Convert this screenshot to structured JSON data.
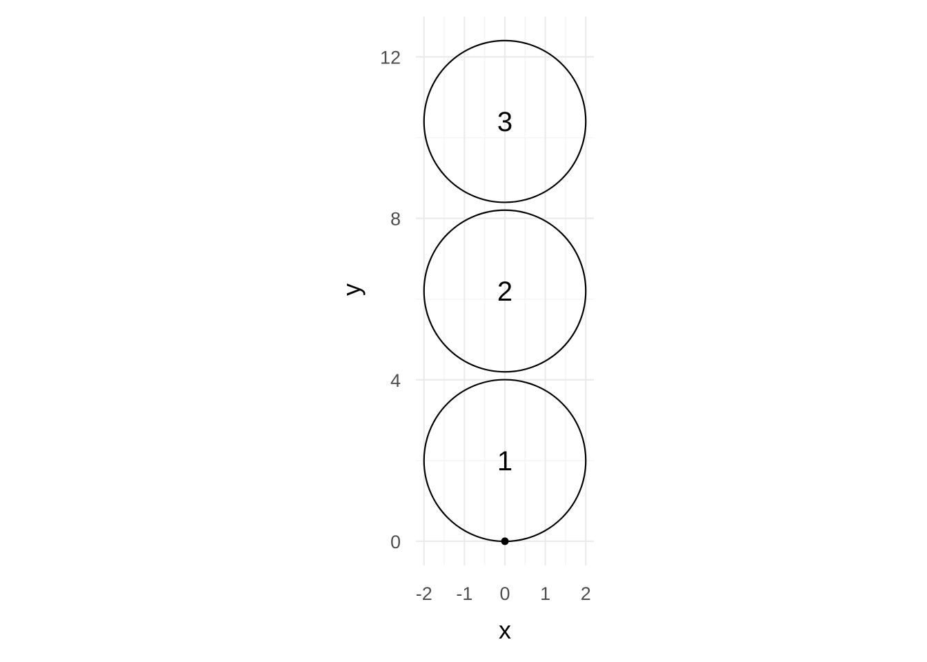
{
  "chart_data": {
    "type": "scatter",
    "xlabel": "x",
    "ylabel": "y",
    "xlim": [
      -2.2,
      2.2
    ],
    "ylim": [
      -0.6,
      13.0
    ],
    "x_ticks": [
      -2,
      -1,
      0,
      1,
      2
    ],
    "x_tick_labels": [
      "-2",
      "-1",
      "0",
      "1",
      "2"
    ],
    "y_ticks": [
      0,
      4,
      8,
      12
    ],
    "y_tick_labels": [
      "0",
      "4",
      "8",
      "12"
    ],
    "x_minor": [
      -1.5,
      -0.5,
      0.5,
      1.5
    ],
    "y_minor": [
      2,
      6,
      10
    ],
    "grid": true,
    "circles": [
      {
        "label": "1",
        "cx": 0,
        "cy": 2.0,
        "r": 2.0
      },
      {
        "label": "2",
        "cx": 0,
        "cy": 6.2,
        "r": 2.0
      },
      {
        "label": "3",
        "cx": 0,
        "cy": 10.4,
        "r": 2.0
      }
    ],
    "points": [
      {
        "x": 0,
        "y": 0
      }
    ],
    "colors": {
      "grid_major": "#ebebeb",
      "grid_minor": "#f5f5f5",
      "stroke": "#000000"
    }
  }
}
